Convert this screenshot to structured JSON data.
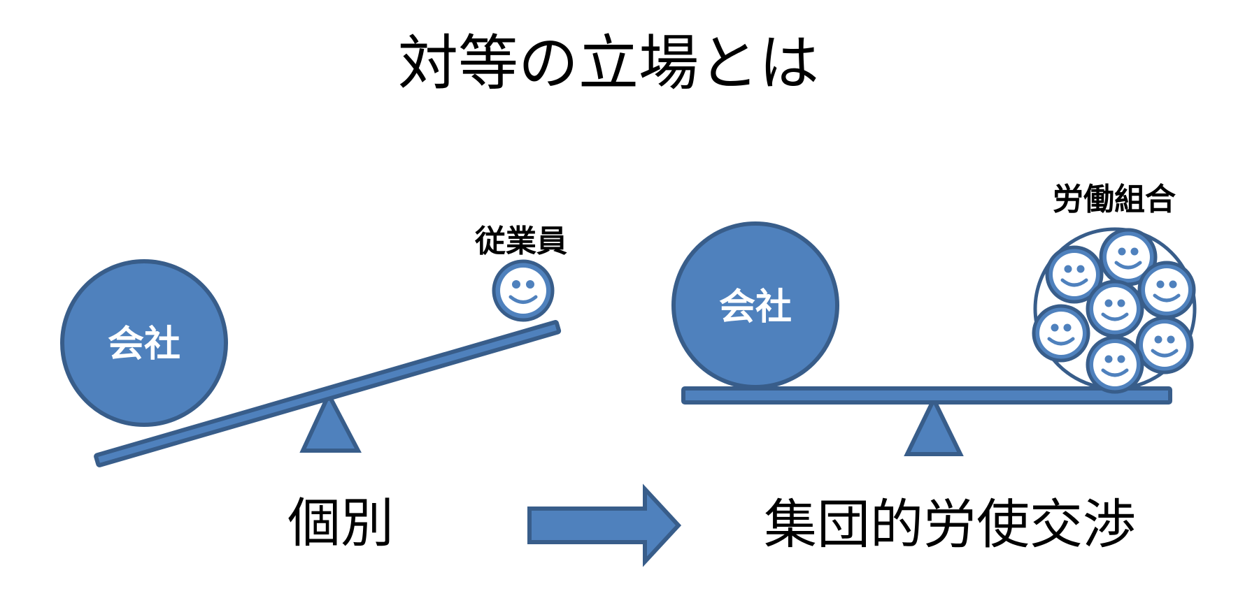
{
  "title": "対等の立場とは",
  "left_scene": {
    "ball_label": "会社",
    "worker_label": "従業員",
    "caption": "個別"
  },
  "right_scene": {
    "ball_label": "会社",
    "union_label": "労働組合",
    "caption": "集団的労使交渉"
  },
  "colors": {
    "shape_fill": "#4f81bd",
    "shape_outline": "#385d8a",
    "text": "#000000",
    "ball_text": "#ffffff"
  },
  "icons": {
    "worker": "smiley-face-icon",
    "union_members": "smiley-face-icon",
    "transition": "right-arrow-icon"
  }
}
